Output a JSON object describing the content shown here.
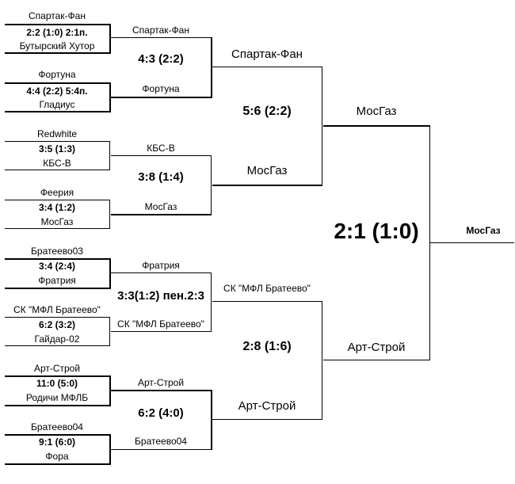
{
  "round1": [
    {
      "team1": "Спартак-Фан",
      "score": "2:2 (1:0) 2:1п.",
      "team2": "Бутырский Хутор"
    },
    {
      "team1": "Фортуна",
      "score": "4:4 (2:2) 5:4п.",
      "team2": "Гладиус"
    },
    {
      "team1": "Redwhite",
      "score": "3:5 (1:3)",
      "team2": "КБС-В"
    },
    {
      "team1": "Феерия",
      "score": "3:4 (1:2)",
      "team2": "МосГаз"
    },
    {
      "team1": "Братеево03",
      "score": "3:4 (2:4)",
      "team2": "Фратрия"
    },
    {
      "team1": "СК \"МФЛ Братеево\"",
      "score": "6:2 (3:2)",
      "team2": "Гайдар-02"
    },
    {
      "team1": "Арт-Строй",
      "score": "11:0 (5:0)",
      "team2": "Родичи МФЛБ"
    },
    {
      "team1": "Братеево04",
      "score": "9:1 (6:0)",
      "team2": "Фора"
    }
  ],
  "round2": [
    {
      "team1": "Спартак-Фан",
      "score": "4:3 (2:2)",
      "team2": "Фортуна"
    },
    {
      "team1": "КБС-В",
      "score": "3:8 (1:4)",
      "team2": "МосГаз"
    },
    {
      "team1": "Фратрия",
      "score": "3:3(1:2) пен.2:3",
      "team2": "СК \"МФЛ Братеево\""
    },
    {
      "team1": "Арт-Строй",
      "score": "6:2 (4:0)",
      "team2": "Братеево04"
    }
  ],
  "round3": [
    {
      "team1": "Спартак-Фан",
      "score": "5:6 (2:2)",
      "team2": "МосГаз"
    },
    {
      "team1": "СК \"МФЛ Братеево\"",
      "score": "2:8 (1:6)",
      "team2": "Арт-Строй"
    }
  ],
  "final": {
    "team1": "МосГаз",
    "score": "2:1 (1:0)",
    "team2": "Арт-Строй"
  },
  "winner": "МосГаз"
}
